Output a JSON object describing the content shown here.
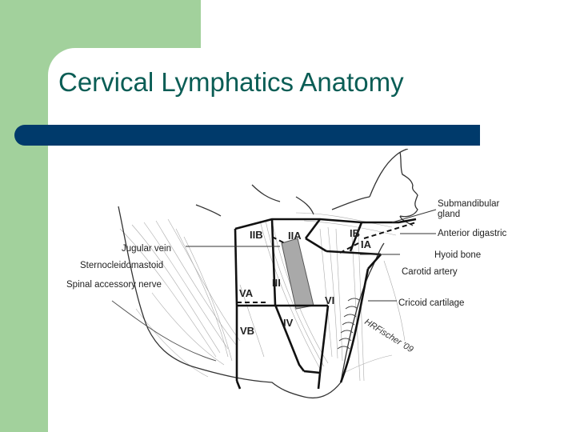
{
  "title": "Cervical Lymphatics Anatomy",
  "labels": {
    "submandibular_1": "Submandibular",
    "submandibular_2": "gland",
    "anterior_digastric": "Anterior digastric",
    "hyoid_bone": "Hyoid bone",
    "carotid_artery": "Carotid artery",
    "cricoid_cartilage": "Cricoid cartilage",
    "jugular_vein": "Jugular vein",
    "sternocleidomastoid": "Sternocleidomastoid",
    "spinal_accessory_nerve": "Spinal accessory nerve",
    "signature": "HRFischer '09"
  },
  "levels": {
    "IIB": "IIB",
    "IIA": "IIA",
    "IB": "IB",
    "IA": "IA",
    "III": "III",
    "VA": "VA",
    "VI": "VI",
    "IV": "IV",
    "VB": "VB"
  },
  "colors": {
    "band": "#a2d19c",
    "title_text": "#0a5d55",
    "title_bar": "#003a6b"
  }
}
